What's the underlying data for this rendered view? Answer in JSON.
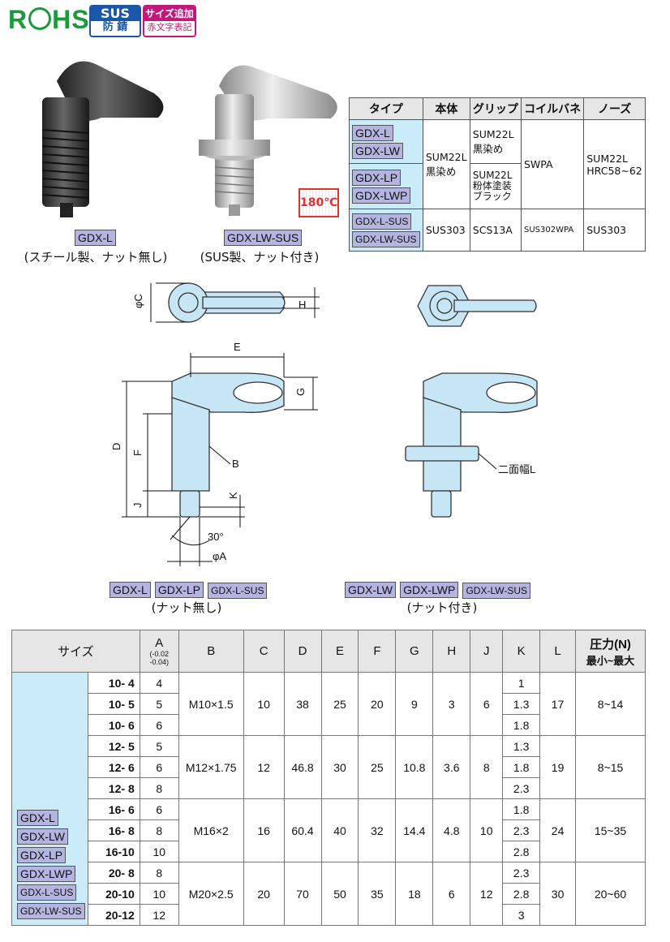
{
  "badges": {
    "rohs": "RoHS",
    "sus_top": "SUS",
    "sus_bottom": "防 錆",
    "add_top": "サイズ追加",
    "add_bottom": "赤文字表記",
    "heat": "180℃"
  },
  "products": [
    {
      "tag": "GDX-L",
      "caption": "(スチール製、ナット無し)"
    },
    {
      "tag": "GDX-LW-SUS",
      "caption": "(SUS製、ナット付き)"
    }
  ],
  "material": {
    "headers": [
      "タイプ",
      "本体",
      "グリップ",
      "コイルバネ",
      "ノーズ"
    ],
    "group1_tags": [
      "GDX-L",
      "GDX-LW",
      "GDX-LP",
      "GDX-LWP"
    ],
    "group1_body": "SUM22L\n黒染め",
    "group1_grip_a": "SUM22L\n黒染め",
    "group1_grip_b": "SUM22L\n粉体塗装\nブラック",
    "group1_spring": "SWPA",
    "group1_nose": "SUM22L\nHRC58~62",
    "group2_tags": [
      "GDX-L-SUS",
      "GDX-LW-SUS"
    ],
    "group2_body": "SUS303",
    "group2_grip": "SCS13A",
    "group2_spring": "SUS302WPA",
    "group2_nose": "SUS303"
  },
  "drawing": {
    "labels": {
      "C": "φC",
      "H": "H",
      "E": "E",
      "G": "G",
      "D": "D",
      "F": "F",
      "B": "B",
      "J": "J",
      "K": "K",
      "angle": "30°",
      "A": "φA",
      "hex": "二面幅L"
    },
    "left_tags": [
      "GDX-L",
      "GDX-LP",
      "GDX-L-SUS"
    ],
    "left_caption": "(ナット無し)",
    "right_tags": [
      "GDX-LW",
      "GDX-LWP",
      "GDX-LW-SUS"
    ],
    "right_caption": "(ナット付き)"
  },
  "spec": {
    "headers": {
      "size": "サイズ",
      "A": "A",
      "A_tol_upper": "-0.02",
      "A_tol_lower": "-0.04",
      "B": "B",
      "C": "C",
      "D": "D",
      "E": "E",
      "F": "F",
      "G": "G",
      "H": "H",
      "J": "J",
      "K": "K",
      "L": "L",
      "P1": "圧力(N)",
      "P2": "最小~最大"
    },
    "type_tags": [
      "GDX-L",
      "GDX-LW",
      "GDX-LP",
      "GDX-LWP",
      "GDX-L-SUS",
      "GDX-LW-SUS"
    ],
    "groups": [
      {
        "B": "M10×1.5",
        "C": "10",
        "D": "38",
        "E": "25",
        "F": "20",
        "G": "9",
        "H": "3",
        "J": "6",
        "L": "17",
        "P": "8~14",
        "rows": [
          {
            "size": "10- 4",
            "A": "4",
            "K": "1"
          },
          {
            "size": "10- 5",
            "A": "5",
            "K": "1.3"
          },
          {
            "size": "10- 6",
            "A": "6",
            "K": "1.8"
          }
        ]
      },
      {
        "B": "M12×1.75",
        "C": "12",
        "D": "46.8",
        "E": "30",
        "F": "25",
        "G": "10.8",
        "H": "3.6",
        "J": "8",
        "L": "19",
        "P": "8~15",
        "rows": [
          {
            "size": "12- 5",
            "A": "5",
            "K": "1.3"
          },
          {
            "size": "12- 6",
            "A": "6",
            "K": "1.8"
          },
          {
            "size": "12- 8",
            "A": "8",
            "K": "2.3"
          }
        ]
      },
      {
        "B": "M16×2",
        "C": "16",
        "D": "60.4",
        "E": "40",
        "F": "32",
        "G": "14.4",
        "H": "4.8",
        "J": "10",
        "L": "24",
        "P": "15~35",
        "rows": [
          {
            "size": "16- 6",
            "A": "6",
            "K": "1.8"
          },
          {
            "size": "16- 8",
            "A": "8",
            "K": "2.3"
          },
          {
            "size": "16-10",
            "A": "10",
            "K": "2.8"
          }
        ]
      },
      {
        "B": "M20×2.5",
        "C": "20",
        "D": "70",
        "E": "50",
        "F": "35",
        "G": "18",
        "H": "6",
        "J": "12",
        "L": "30",
        "P": "20~60",
        "rows": [
          {
            "size": "20- 8",
            "A": "8",
            "K": "2.3"
          },
          {
            "size": "20-10",
            "A": "10",
            "K": "2.8"
          },
          {
            "size": "20-12",
            "A": "12",
            "K": "3"
          }
        ]
      }
    ]
  },
  "colors": {
    "part_blue": "#c6e6f5",
    "label_blue": "#c9ecf8",
    "tag_purple": "#b4b4e0"
  }
}
